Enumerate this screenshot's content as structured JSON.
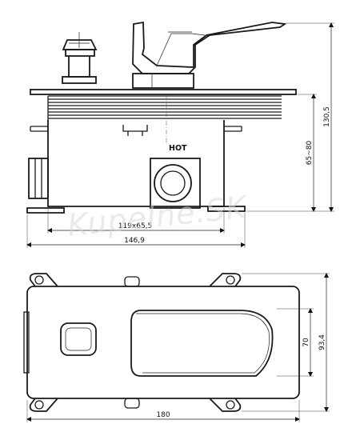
{
  "labels": {
    "hot": "HOT"
  },
  "dimensions": {
    "total_height": "130,5",
    "box_depth": "65~80",
    "box_size": "119x65,5",
    "overall_width_side": "146,9",
    "depth_top": "93,4",
    "handle_depth_top": "70",
    "overall_width_top": "180"
  },
  "watermark": "Kupelne.SK"
}
